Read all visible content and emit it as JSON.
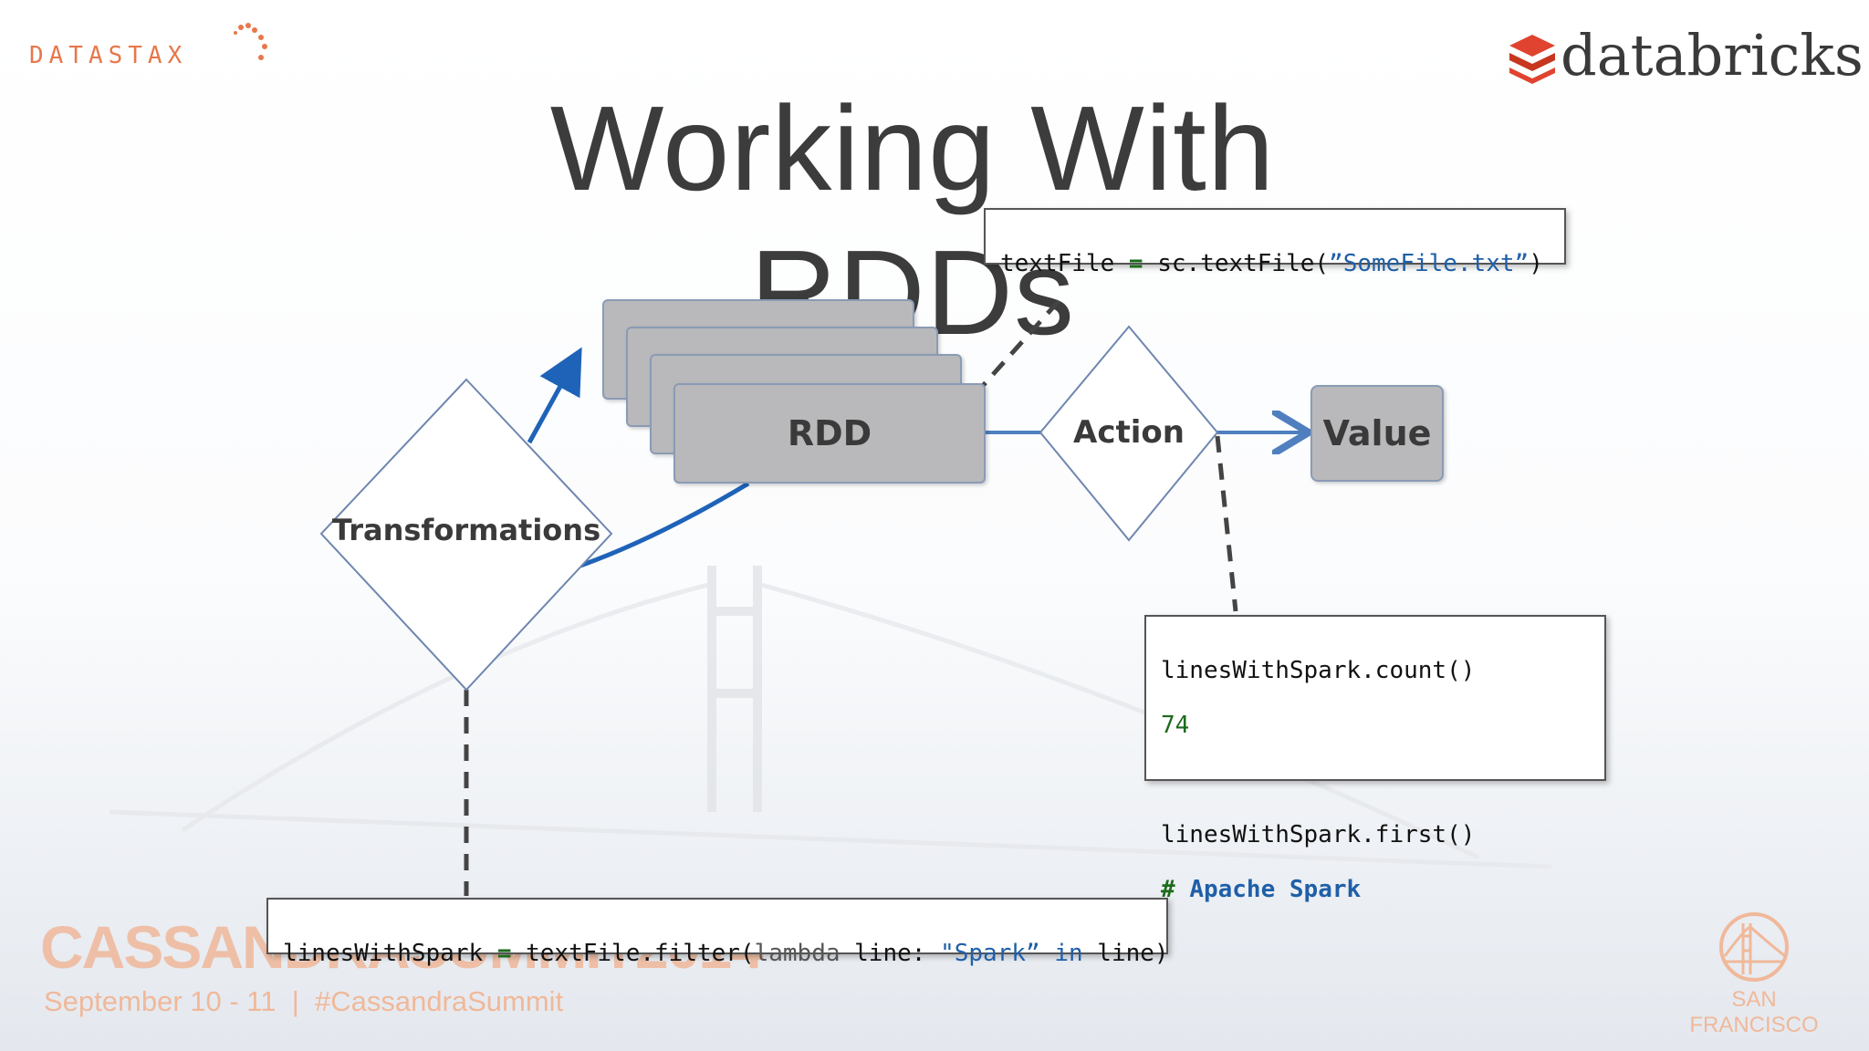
{
  "header": {
    "datastax_logo": "DATASTAX",
    "databricks_logo": "databricks"
  },
  "title": "Working With RDDs",
  "diagram": {
    "rdd_label": "RDD",
    "transformations_label": "Transformations",
    "action_label": "Action",
    "value_label": "Value"
  },
  "code": {
    "textfile": {
      "var": "textFile",
      "op": "=",
      "call": "sc.textFile(",
      "str": "”SomeFile.txt”",
      "close": ")"
    },
    "filter": {
      "var": "linesWithSpark",
      "op": "=",
      "call": "textFile.filter(",
      "kw_lambda": "lambda",
      "arg": "line:",
      "str": "\"Spark”",
      "kw_in": "in",
      "tail": "line)"
    },
    "action": {
      "count_call": "linesWithSpark.count()",
      "count_result": "74",
      "first_call": "linesWithSpark.first()",
      "first_hash": "#",
      "first_result": "Apache Spark"
    }
  },
  "footer": {
    "event_name": "CASSANDRASUMMIT2014",
    "event_date": "September 10 - 11  |  #CassandraSummit",
    "city": "SAN FRANCISCO"
  },
  "colors": {
    "arrow_blue": "#1f63b8",
    "flow_blue": "#4f7fbf",
    "accent_orange": "#e8774a",
    "databricks_red": "#e0432f",
    "code_green": "#1d6b1d",
    "code_blue": "#1f5fa8"
  }
}
